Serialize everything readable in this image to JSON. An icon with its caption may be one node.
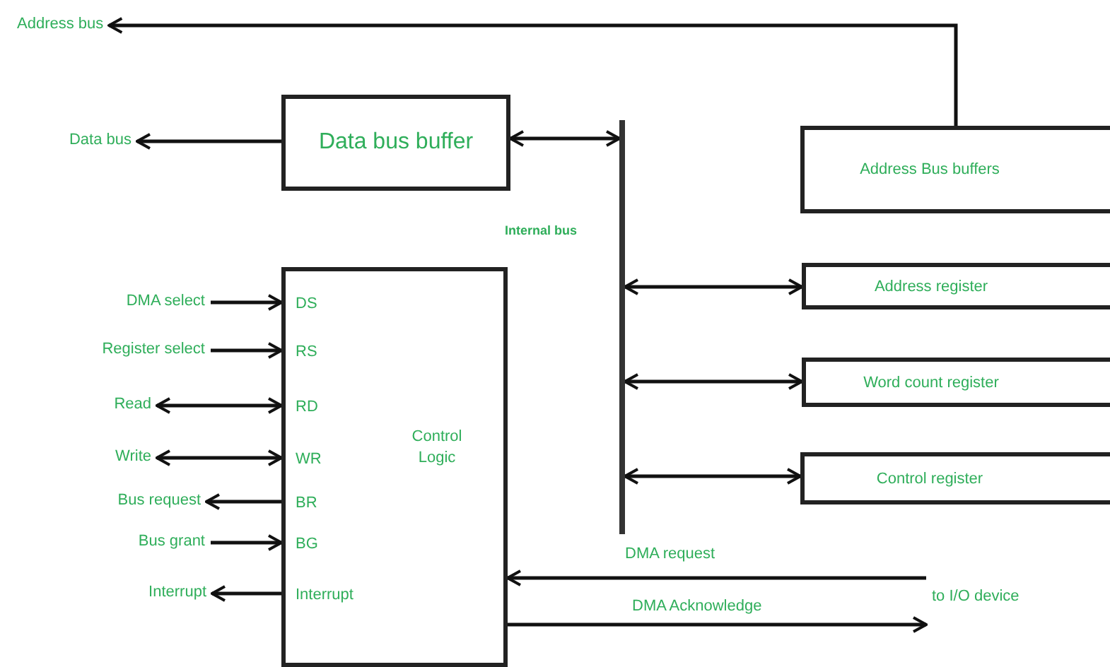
{
  "diagram": {
    "nodes": [
      {
        "text": [
          "Address bus"
        ]
      },
      {
        "text": [
          "Data bus"
        ]
      },
      {
        "text": [
          "Data bus buffer"
        ]
      },
      {
        "text": [
          "Address Bus buffers"
        ]
      },
      {
        "text": [],
        "shape": "bar",
        "beside": [
          "Internal bus"
        ]
      },
      {
        "text": [
          "Address register"
        ]
      },
      {
        "text": [
          "Word count register"
        ]
      },
      {
        "text": [
          "Control register"
        ]
      },
      {
        "text": [
          "DS",
          "RS",
          "RD",
          "WR",
          "BR",
          "BG",
          "Interrupt",
          "Control Logic"
        ]
      },
      {
        "text": [
          "DMA select"
        ]
      },
      {
        "text": [
          "Register select"
        ]
      },
      {
        "text": [
          "Read"
        ]
      },
      {
        "text": [
          "Write"
        ]
      },
      {
        "text": [
          "Bus request"
        ]
      },
      {
        "text": [
          "Bus grant"
        ]
      },
      {
        "text": [
          "Interrupt"
        ]
      },
      {
        "text": [
          "to I/O device"
        ]
      }
    ],
    "edges": [
      {
        "from": 3,
        "to": 0,
        "arrow": "to"
      },
      {
        "from": 2,
        "to": 1,
        "arrow": "to"
      },
      {
        "from": 2,
        "to": 4,
        "arrow": "both"
      },
      {
        "from": 4,
        "to": 5,
        "arrow": "both"
      },
      {
        "from": 4,
        "to": 6,
        "arrow": "both"
      },
      {
        "from": 4,
        "to": 7,
        "arrow": "both"
      },
      {
        "from": 9,
        "to": 8,
        "arrow": "to"
      },
      {
        "from": 10,
        "to": 8,
        "arrow": "to"
      },
      {
        "from": 11,
        "to": 8,
        "arrow": "both"
      },
      {
        "from": 12,
        "to": 8,
        "arrow": "both"
      },
      {
        "from": 8,
        "to": 13,
        "arrow": "to"
      },
      {
        "from": 14,
        "to": 8,
        "arrow": "to"
      },
      {
        "from": 8,
        "to": 15,
        "arrow": "to"
      },
      {
        "from": 16,
        "to": 8,
        "arrow": "to",
        "label": "DMA request"
      },
      {
        "from": 8,
        "to": 16,
        "arrow": "to",
        "label": "DMA Acknowledge"
      }
    ]
  }
}
